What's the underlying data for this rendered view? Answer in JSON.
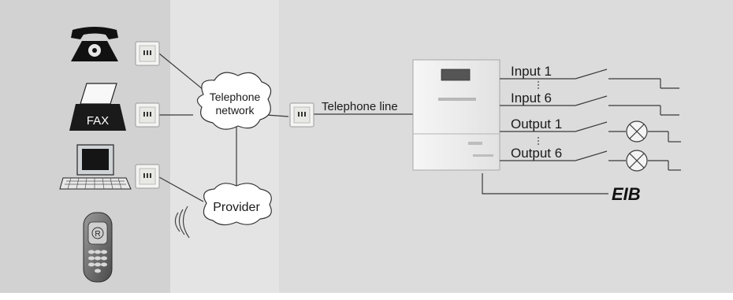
{
  "network": {
    "cloud_telephone_line1": "Telephone",
    "cloud_telephone_line2": "network",
    "cloud_provider": "Provider",
    "telephone_line_label": "Telephone line"
  },
  "devices": {
    "fax_label": "FAX",
    "phone_button_label": "R"
  },
  "io": {
    "input_first": "Input 1",
    "input_last": "Input 6",
    "output_first": "Output 1",
    "output_last": "Output 6"
  },
  "bus": {
    "logo_text": "EIB"
  },
  "colors": {
    "panel_left": "#d2d2d2",
    "panel_middle": "#e4e4e4",
    "panel_right": "#dcdcdc",
    "line": "#3a3a3a"
  }
}
